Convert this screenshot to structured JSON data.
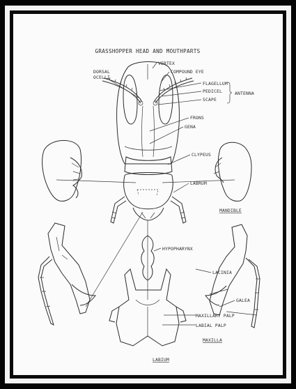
{
  "title": "GRASSHOPPER HEAD AND MOUTHPARTS",
  "labels": {
    "vertex": "VERTEX",
    "dorsal": "DORSAL",
    "ocelli": "OCELLI",
    "compound_eye": "COMPOUND EYE",
    "flagellum": "FLAGELLUM",
    "pedicel": "PEDICEL",
    "scape": "SCAPE",
    "antenna": "ANTENNA",
    "frons": "FRONS",
    "gena": "GENA",
    "clypeus": "CLYPEUS",
    "labrum": "LABRUM",
    "mandible": "MANDIBLE",
    "hypopharynx": "HYPOPHARYNX",
    "lacinia": "LACINIA",
    "galea": "GALEA",
    "maxillary_palp": "MAXILLARY PALP",
    "labial_palp": "LABIAL PALP",
    "maxilla": "MAXILLA",
    "labium": "LABIUM"
  },
  "colors": {
    "frame": "#050505",
    "paper": "#fbfbfb",
    "ink": "#2b2b2b"
  }
}
